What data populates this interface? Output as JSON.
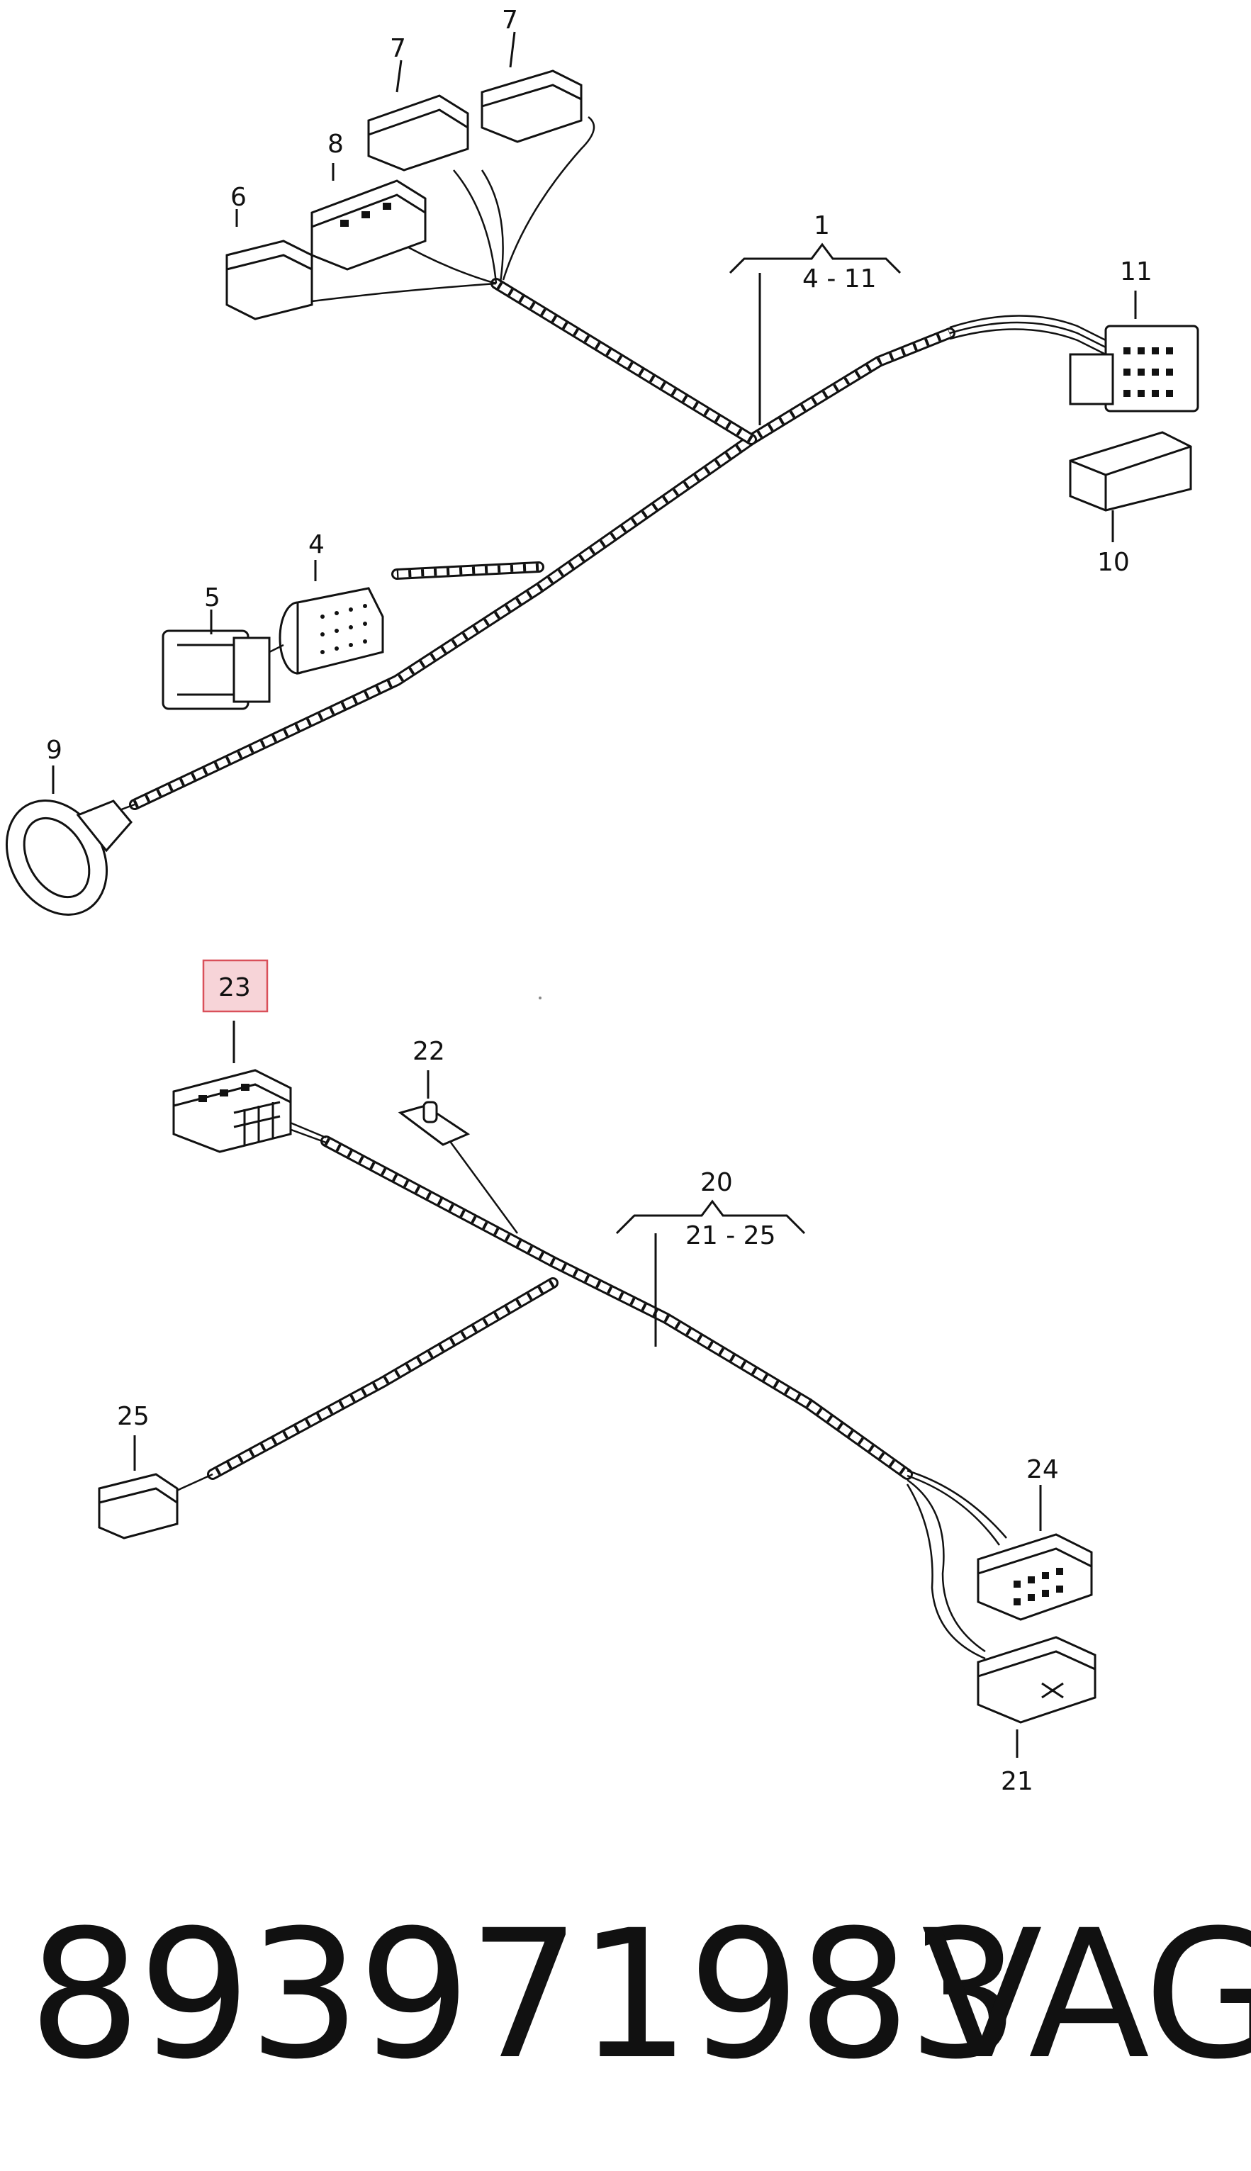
{
  "diagram": {
    "upper_assembly": {
      "group_label": "1",
      "group_range": "4 - 11",
      "callouts": [
        "4",
        "5",
        "6",
        "7",
        "7",
        "8",
        "9",
        "10",
        "11"
      ]
    },
    "lower_assembly": {
      "group_label": "20",
      "group_range": "21 - 25",
      "callouts": [
        "21",
        "22",
        "23",
        "24",
        "25"
      ],
      "highlighted_callout": "23"
    }
  },
  "footer": {
    "part_number": "893971983",
    "brand": "VAG"
  }
}
